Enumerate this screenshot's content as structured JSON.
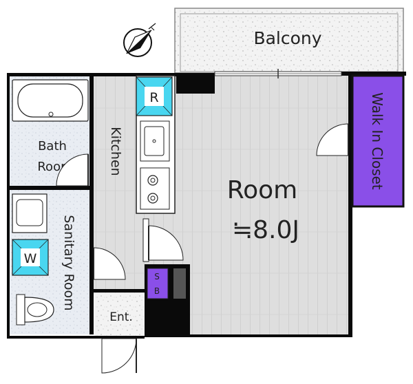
{
  "rooms": {
    "balcony": "Balcony",
    "walk_in_closet": "Walk In Closet",
    "kitchen": "Kitchen",
    "bath_line1": "Bath",
    "bath_line2": "Room",
    "sanitary": "Sanitary Room",
    "room": "Room",
    "room_size": "≒8.0J",
    "entrance": "Ent."
  },
  "fixtures": {
    "refrigerator": "R",
    "washer": "W",
    "shoe_box_line1": "S",
    "shoe_box_line2": "B"
  },
  "colors": {
    "wall": "#0a0a0a",
    "floor_wood": "#dcdcdc",
    "tile": "#e8ecf2",
    "closet": "#8a4fe8",
    "appliance": "#49d6f0",
    "balcony": "#f1f1f1"
  }
}
